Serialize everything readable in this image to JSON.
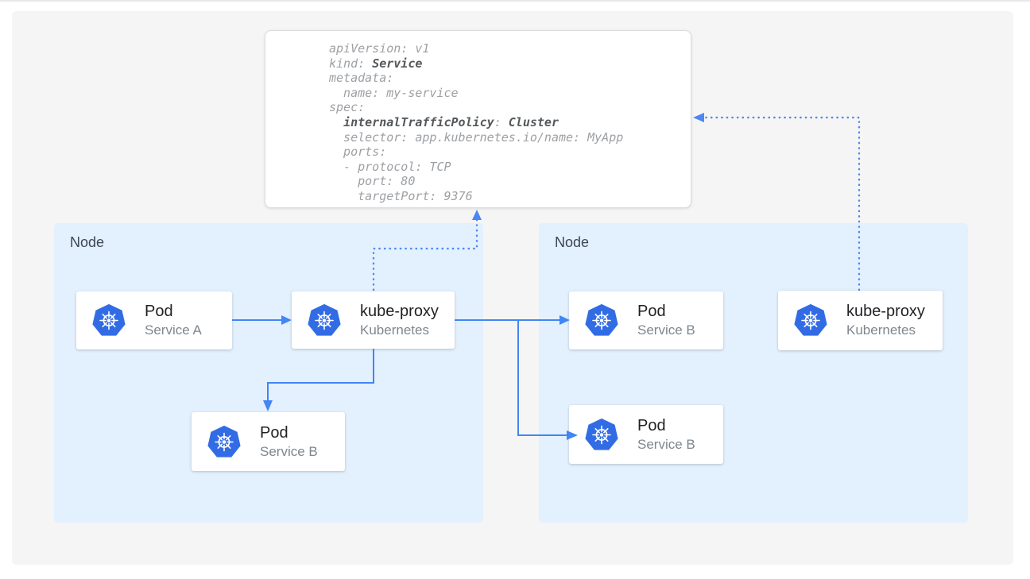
{
  "colors": {
    "accent_blue": "#4285f4",
    "dotted_blue": "#4f86f0",
    "kubernetes_blue": "#326ce5",
    "node_bg": "#e3f0fd",
    "canvas_bg": "#f5f5f5",
    "card_bg": "#ffffff",
    "code_regular": "#9da0a4",
    "code_bold": "#55585b"
  },
  "code_block": {
    "lines": [
      [
        {
          "t": "apiVersion: v1"
        }
      ],
      [
        {
          "t": "kind: "
        },
        {
          "t": "Service",
          "b": true
        }
      ],
      [
        {
          "t": "metadata:"
        }
      ],
      [
        {
          "t": "  name: my-service"
        }
      ],
      [
        {
          "t": "spec:"
        }
      ],
      [
        {
          "t": "  "
        },
        {
          "t": "internalTrafficPolicy",
          "b": true
        },
        {
          "t": ": "
        },
        {
          "t": "Cluster",
          "b": true
        }
      ],
      [
        {
          "t": "  selector: app.kubernetes.io/name: MyApp"
        }
      ],
      [
        {
          "t": "  ports:"
        }
      ],
      [
        {
          "t": "  - protocol: TCP"
        }
      ],
      [
        {
          "t": "    port: 80"
        }
      ],
      [
        {
          "t": "    targetPort: 9376"
        }
      ]
    ]
  },
  "nodes": {
    "left": {
      "label": "Node"
    },
    "right": {
      "label": "Node"
    }
  },
  "cards": {
    "pod_a": {
      "title": "Pod",
      "subtitle": "Service A",
      "icon": "kubernetes-icon"
    },
    "kube_proxy_left": {
      "title": "kube-proxy",
      "subtitle": "Kubernetes",
      "icon": "kubernetes-icon"
    },
    "pod_b_left": {
      "title": "Pod",
      "subtitle": "Service B",
      "icon": "kubernetes-icon"
    },
    "pod_b_right_top": {
      "title": "Pod",
      "subtitle": "Service B",
      "icon": "kubernetes-icon"
    },
    "pod_b_right_bottom": {
      "title": "Pod",
      "subtitle": "Service B",
      "icon": "kubernetes-icon"
    },
    "kube_proxy_right": {
      "title": "kube-proxy",
      "subtitle": "Kubernetes",
      "icon": "kubernetes-icon"
    }
  }
}
